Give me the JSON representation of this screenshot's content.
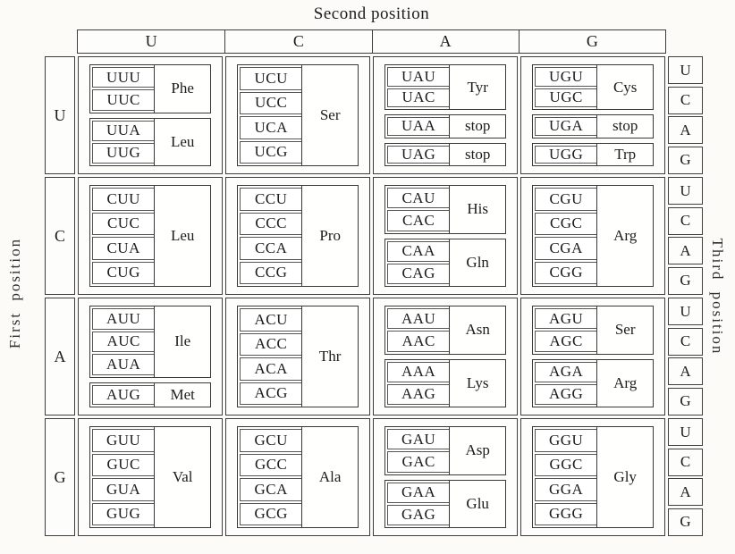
{
  "title": "Second position",
  "axis_labels": {
    "first": "First position",
    "third": "Third position"
  },
  "second_position_headers": [
    "U",
    "C",
    "A",
    "G"
  ],
  "colors": {
    "paper": "#fcfbf8",
    "ink": "#1c1c1c",
    "line": "#3d3d3d"
  },
  "rows": [
    {
      "first_position": "U",
      "third_position": [
        "U",
        "C",
        "A",
        "G"
      ],
      "cells": [
        {
          "groups": [
            {
              "codons": [
                "UUU",
                "UUC"
              ],
              "aa": "Phe"
            },
            {
              "codons": [
                "UUA",
                "UUG"
              ],
              "aa": "Leu"
            }
          ]
        },
        {
          "groups": [
            {
              "codons": [
                "UCU",
                "UCC",
                "UCA",
                "UCG"
              ],
              "aa": "Ser"
            }
          ]
        },
        {
          "groups": [
            {
              "codons": [
                "UAU",
                "UAC"
              ],
              "aa": "Tyr"
            },
            {
              "codons": [
                "UAA"
              ],
              "aa": "stop"
            },
            {
              "codons": [
                "UAG"
              ],
              "aa": "stop"
            }
          ]
        },
        {
          "groups": [
            {
              "codons": [
                "UGU",
                "UGC"
              ],
              "aa": "Cys"
            },
            {
              "codons": [
                "UGA"
              ],
              "aa": "stop"
            },
            {
              "codons": [
                "UGG"
              ],
              "aa": "Trp"
            }
          ]
        }
      ]
    },
    {
      "first_position": "C",
      "third_position": [
        "U",
        "C",
        "A",
        "G"
      ],
      "cells": [
        {
          "groups": [
            {
              "codons": [
                "CUU",
                "CUC",
                "CUA",
                "CUG"
              ],
              "aa": "Leu"
            }
          ]
        },
        {
          "groups": [
            {
              "codons": [
                "CCU",
                "CCC",
                "CCA",
                "CCG"
              ],
              "aa": "Pro"
            }
          ]
        },
        {
          "groups": [
            {
              "codons": [
                "CAU",
                "CAC"
              ],
              "aa": "His"
            },
            {
              "codons": [
                "CAA",
                "CAG"
              ],
              "aa": "Gln"
            }
          ]
        },
        {
          "groups": [
            {
              "codons": [
                "CGU",
                "CGC",
                "CGA",
                "CGG"
              ],
              "aa": "Arg"
            }
          ]
        }
      ]
    },
    {
      "first_position": "A",
      "third_position": [
        "U",
        "C",
        "A",
        "G"
      ],
      "cells": [
        {
          "groups": [
            {
              "codons": [
                "AUU",
                "AUC",
                "AUA"
              ],
              "aa": "Ile"
            },
            {
              "codons": [
                "AUG"
              ],
              "aa": "Met"
            }
          ]
        },
        {
          "groups": [
            {
              "codons": [
                "ACU",
                "ACC",
                "ACA",
                "ACG"
              ],
              "aa": "Thr"
            }
          ]
        },
        {
          "groups": [
            {
              "codons": [
                "AAU",
                "AAC"
              ],
              "aa": "Asn"
            },
            {
              "codons": [
                "AAA",
                "AAG"
              ],
              "aa": "Lys"
            }
          ]
        },
        {
          "groups": [
            {
              "codons": [
                "AGU",
                "AGC"
              ],
              "aa": "Ser"
            },
            {
              "codons": [
                "AGA",
                "AGG"
              ],
              "aa": "Arg"
            }
          ]
        }
      ]
    },
    {
      "first_position": "G",
      "third_position": [
        "U",
        "C",
        "A",
        "G"
      ],
      "cells": [
        {
          "groups": [
            {
              "codons": [
                "GUU",
                "GUC",
                "GUA",
                "GUG"
              ],
              "aa": "Val"
            }
          ]
        },
        {
          "groups": [
            {
              "codons": [
                "GCU",
                "GCC",
                "GCA",
                "GCG"
              ],
              "aa": "Ala"
            }
          ]
        },
        {
          "groups": [
            {
              "codons": [
                "GAU",
                "GAC"
              ],
              "aa": "Asp"
            },
            {
              "codons": [
                "GAA",
                "GAG"
              ],
              "aa": "Glu"
            }
          ]
        },
        {
          "groups": [
            {
              "codons": [
                "GGU",
                "GGC",
                "GGA",
                "GGG"
              ],
              "aa": "Gly"
            }
          ]
        }
      ]
    }
  ]
}
